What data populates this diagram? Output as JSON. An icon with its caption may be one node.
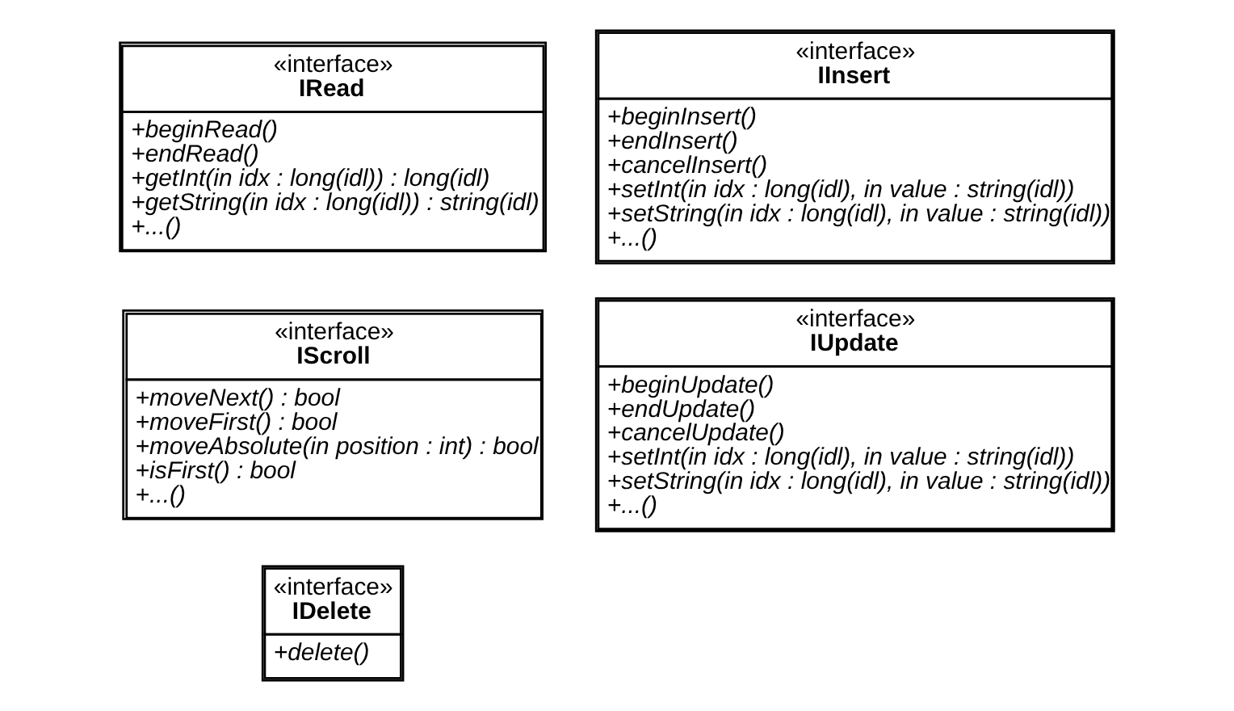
{
  "diagram": {
    "nodes": [
      {
        "text": [
          "«interface»",
          "IRead",
          "+beginRead()",
          "+endRead()",
          "+getInt(in idx : long(idl)) : long(idl)",
          "+getString(in idx : long(idl)) : string(idl)",
          "+...()"
        ]
      },
      {
        "text": [
          "«interface»",
          "IInsert",
          "+beginInsert()",
          "+endInsert()",
          "+cancelInsert()",
          "+setInt(in idx : long(idl), in value : string(idl))",
          "+setString(in idx : long(idl), in value : string(idl))",
          "+...()"
        ]
      },
      {
        "text": [
          "«interface»",
          "IScroll",
          "+moveNext() : bool",
          "+moveFirst() : bool",
          "+moveAbsolute(in position : int) : bool",
          "+isFirst() : bool",
          "+...()"
        ]
      },
      {
        "text": [
          "«interface»",
          "IUpdate",
          "+beginUpdate()",
          "+endUpdate()",
          "+cancelUpdate()",
          "+setInt(in idx : long(idl), in value : string(idl))",
          "+setString(in idx : long(idl), in value : string(idl))",
          "+...()"
        ]
      },
      {
        "text": [
          "«interface»",
          "IDelete",
          "+delete()"
        ]
      }
    ],
    "edges": []
  }
}
